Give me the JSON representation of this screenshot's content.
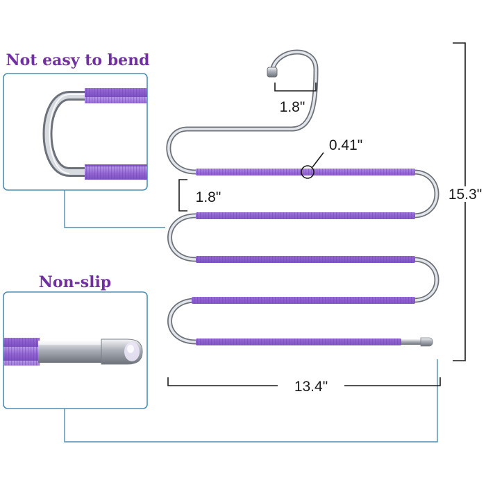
{
  "callouts": {
    "bend_heading": "Not easy to bend",
    "slip_heading": "Non-slip"
  },
  "dimensions": {
    "hook_width": "1.8\"",
    "rod_diameter": "0.41\"",
    "rod_spacing": "1.8\"",
    "height": "15.3\"",
    "width": "13.4\""
  },
  "colors": {
    "heading_text": "#7030a0",
    "callout_border": "#4a8fb3",
    "rod_purple": "#9b72d6",
    "metal": "#b8bcc4",
    "dimension_line": "#1a1a1a"
  }
}
